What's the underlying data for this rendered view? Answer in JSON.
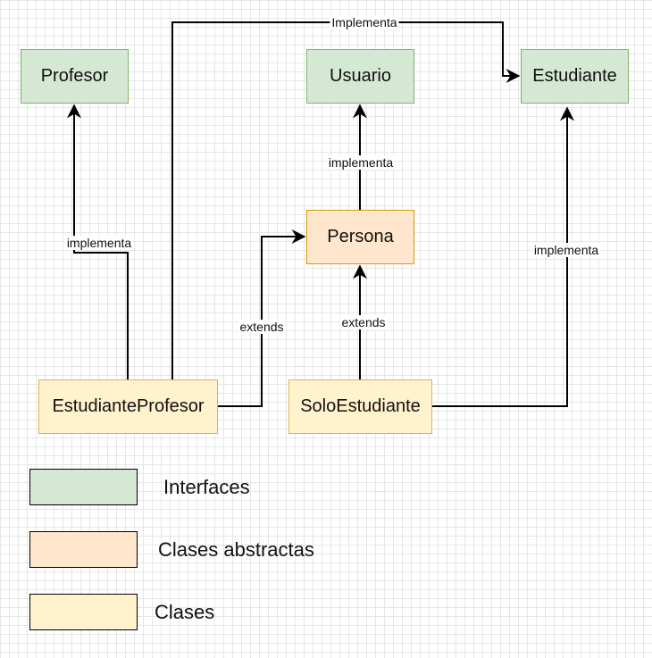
{
  "nodes": {
    "profesor": "Profesor",
    "usuario": "Usuario",
    "estudiante": "Estudiante",
    "persona": "Persona",
    "estudiante_profesor": "EstudianteProfesor",
    "solo_estudiante": "SoloEstudiante"
  },
  "edges": {
    "ep_to_estudiante": "Implementa",
    "ep_to_profesor": "implementa",
    "ep_to_persona": "extends",
    "persona_to_usuario": "implementa",
    "solo_to_persona": "extends",
    "solo_to_estudiante": "implementa"
  },
  "legend": {
    "interfaces": "Interfaces",
    "abstract_classes": "Clases abstractas",
    "classes": "Clases"
  },
  "colors": {
    "interface_fill": "#d5e8d4",
    "interface_border": "#82b366",
    "abstract_fill": "#ffe6cc",
    "abstract_border": "#d79b00",
    "class_fill": "#fff2cc",
    "class_border": "#d6b656"
  }
}
